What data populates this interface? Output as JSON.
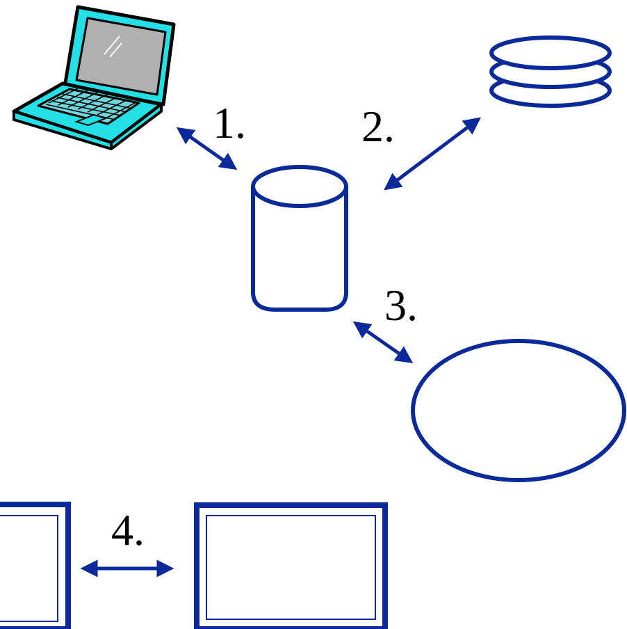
{
  "colors": {
    "stroke": "#0a2a9c",
    "laptop_screen_bezel": "#22e0e6",
    "laptop_screen_display": "#b0b0b0",
    "laptop_body": "#22e0e6",
    "outline": "#000000",
    "background": "#ffffff"
  },
  "icons": [
    "laptop-icon",
    "stacked-disks-icon",
    "database-cylinder-icon",
    "ellipse-node-icon",
    "left-window-box-icon",
    "right-window-box-icon"
  ],
  "steps": [
    {
      "label": "1."
    },
    {
      "label": "2."
    },
    {
      "label": "3."
    },
    {
      "label": "4."
    }
  ]
}
